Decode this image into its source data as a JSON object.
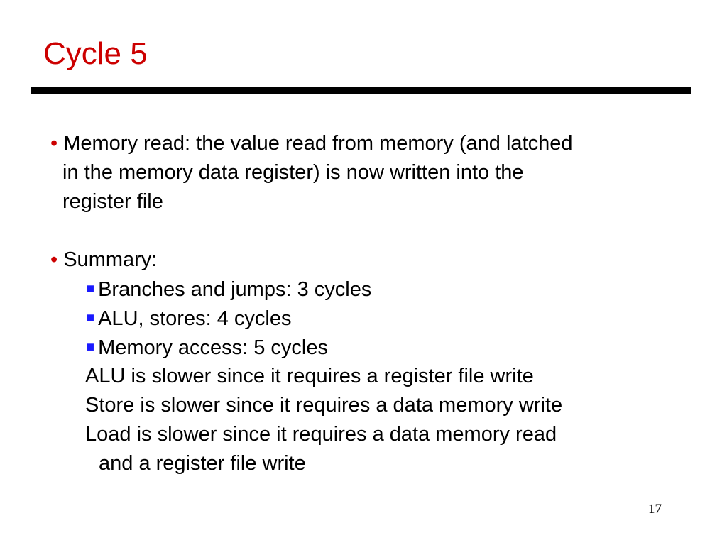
{
  "slide": {
    "title": "Cycle 5",
    "bullets": [
      {
        "lines": [
          "Memory read: the value read from memory (and latched",
          "in the memory data register) is now written into the",
          "register file"
        ]
      },
      {
        "text": "Summary:",
        "subbullets": [
          "Branches and jumps: 3 cycles",
          "ALU, stores: 4 cycles",
          "Memory access: 5 cycles"
        ],
        "notes": [
          "ALU is slower since it requires a register file write",
          "Store is slower since it requires a data memory write",
          "Load is slower since it requires a data memory read",
          "and a register file write"
        ]
      }
    ],
    "page_number": "17",
    "colors": {
      "title": "#cc0000",
      "bullet_dot": "#cc0000",
      "bullet_square": "#1a1aff",
      "rule": "#000000"
    },
    "icons": {
      "level1_bullet": "red-dot-bullet-icon",
      "level2_bullet": "blue-square-bullet-icon"
    }
  }
}
